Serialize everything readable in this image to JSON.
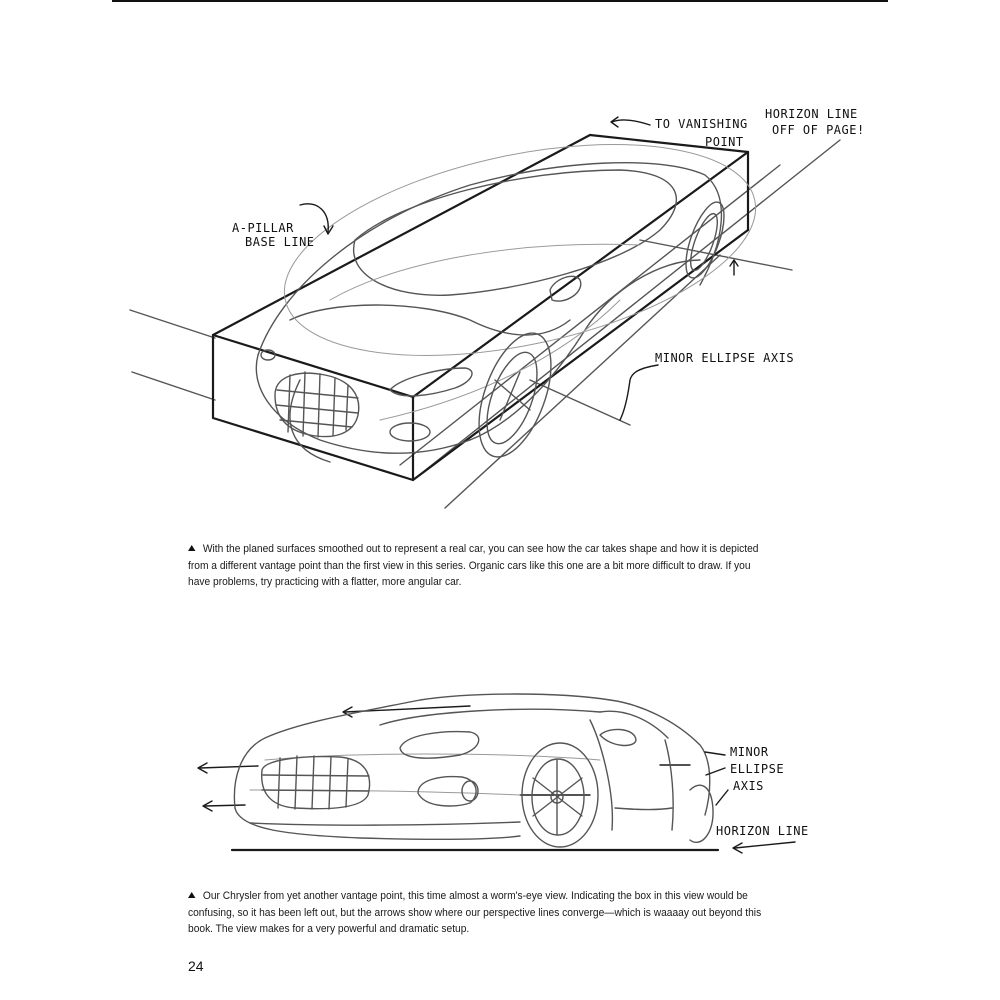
{
  "figure1": {
    "labels": {
      "vanishing": "TO VANISHING POINT",
      "horizon": "HORIZON LINE OFF OF PAGE!",
      "a_pillar": "A-PILLAR BASE LINE",
      "minor_axis": "MINOR ELLIPSE AXIS"
    },
    "caption": "With the planed surfaces smoothed out to represent a real car, you can see how the car takes shape and how it is depicted from a different vantage point than the first view in this series. Organic cars like this one are a bit more difficult to draw. If you have problems, try practicing with a flatter, more angular car."
  },
  "figure2": {
    "labels": {
      "minor_axis": "MINOR ELLIPSE AXIS",
      "horizon": "HORIZON LINE"
    },
    "caption": "Our Chrysler from yet another vantage point, this time almost a worm's-eye view. Indicating the box in this view would be confusing, so it has been left out, but the arrows show where our perspective lines converge—which is waaaay out beyond this book. The view makes for a very powerful and dramatic setup."
  },
  "page_number": "24"
}
